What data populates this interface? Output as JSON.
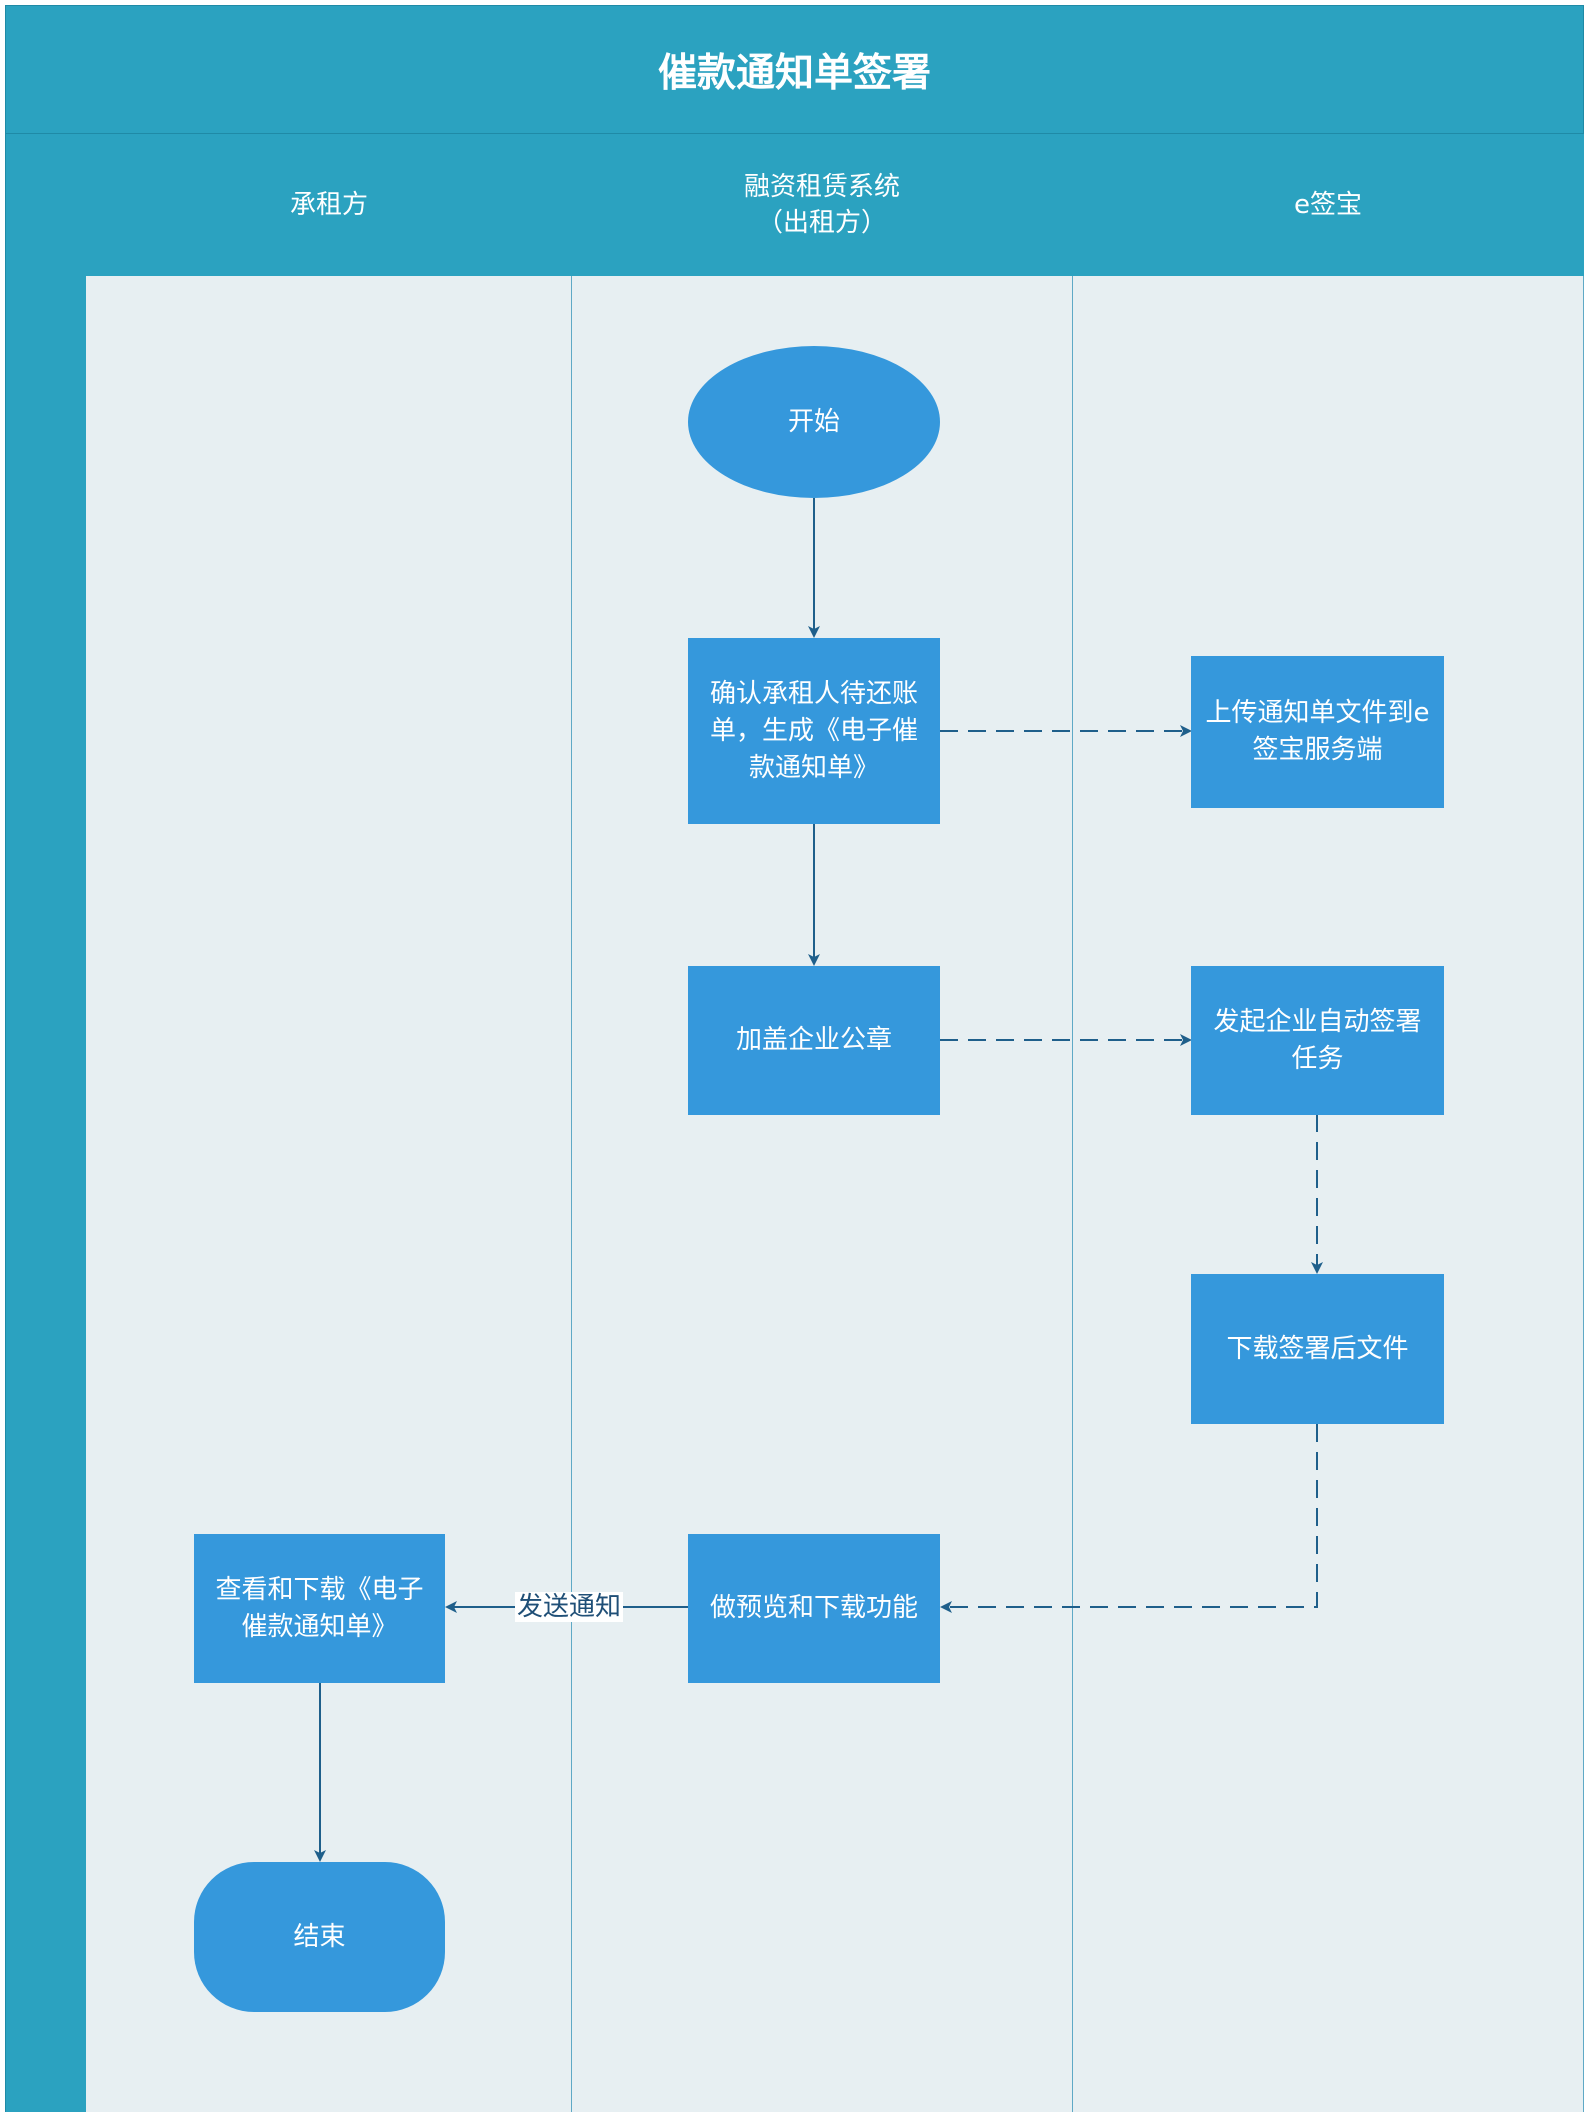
{
  "title": "催款通知单签署",
  "lanes": [
    {
      "label": "承租方"
    },
    {
      "label": "融资租赁系统\n（出租方）"
    },
    {
      "label": "e签宝"
    }
  ],
  "nodes": {
    "start": "开始",
    "confirm_bill": "确认承租人待还账单，生成《电子催款通知单》",
    "upload_file": "上传通知单文件到e签宝服务端",
    "add_seal": "加盖企业公章",
    "auto_sign_task": "发起企业自动签署任务",
    "download_signed": "下载签署后文件",
    "preview_download": "做预览和下载功能",
    "view_download": "查看和下载《电子催款通知单》",
    "end": "结束"
  },
  "edge_labels": {
    "send_notice": "发送通知"
  },
  "colors": {
    "header": "#2ba2c0",
    "lane_bg": "#e7eff2",
    "node": "#3598dc",
    "edge": "#1f5f8b"
  }
}
